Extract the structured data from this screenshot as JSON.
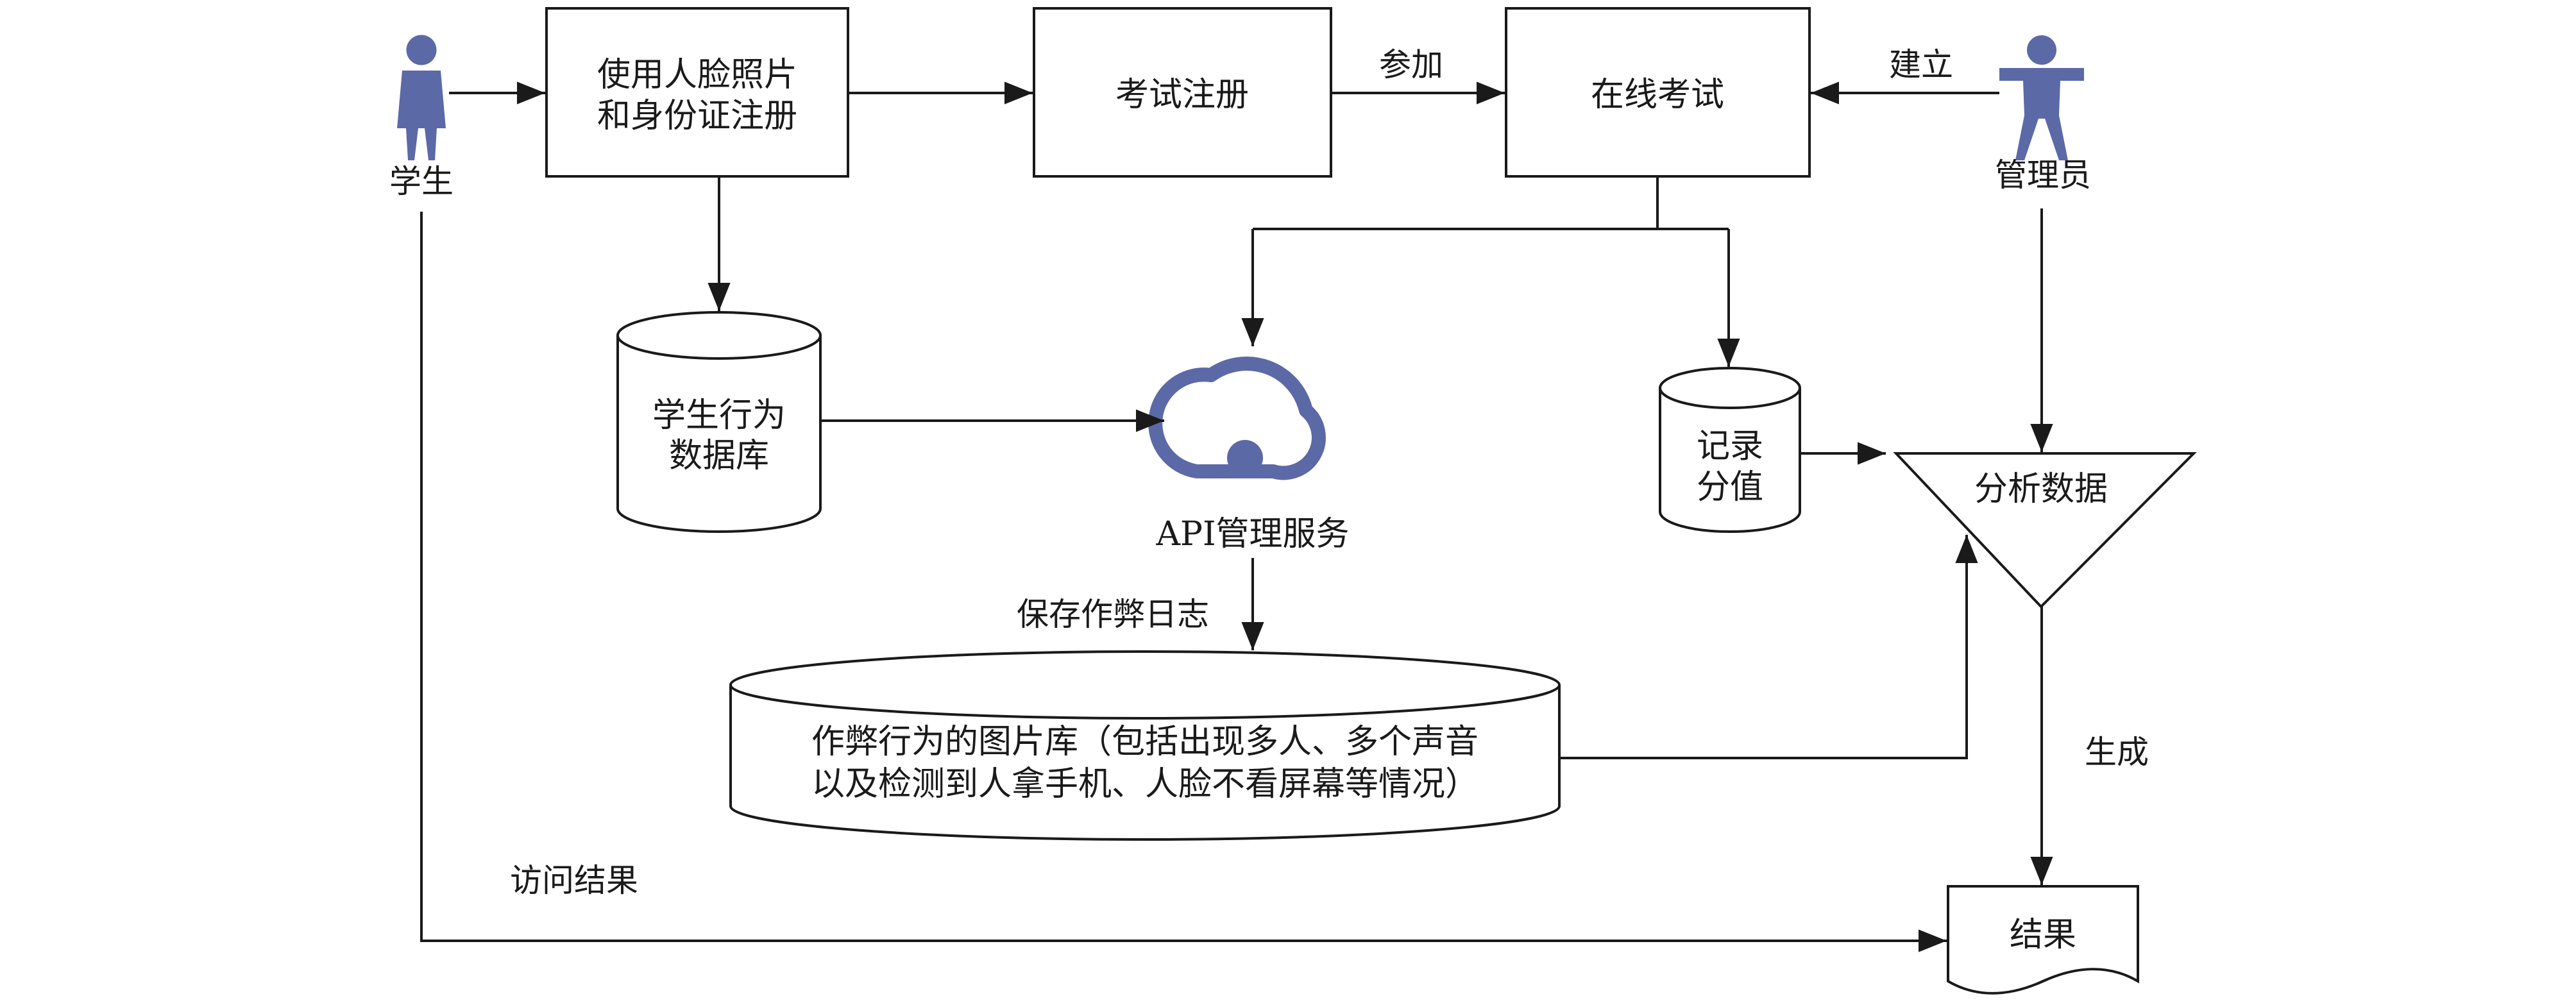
{
  "actors": {
    "student": "学生",
    "admin": "管理员"
  },
  "nodes": {
    "register_face": [
      "使用人脸照片",
      "和身份证注册"
    ],
    "exam_register": "考试注册",
    "online_exam": "在线考试",
    "behavior_db": [
      "学生行为",
      "数据库"
    ],
    "api_service": "API管理服务",
    "record_score": [
      "记录",
      "分值"
    ],
    "analyze": "分析数据",
    "cheat_gallery": [
      "作弊行为的图片库（包括出现多人、多个声音",
      "以及检测到人拿手机、人脸不看屏幕等情况）"
    ],
    "result": "结果"
  },
  "edge_labels": {
    "join": "参加",
    "create": "建立",
    "save_log": "保存作弊日志",
    "generate": "生成",
    "access_result": "访问结果"
  },
  "colors": {
    "actor": "#5b6aa6",
    "cloud": "#5b6aa6",
    "stroke": "#1a1a1a"
  }
}
